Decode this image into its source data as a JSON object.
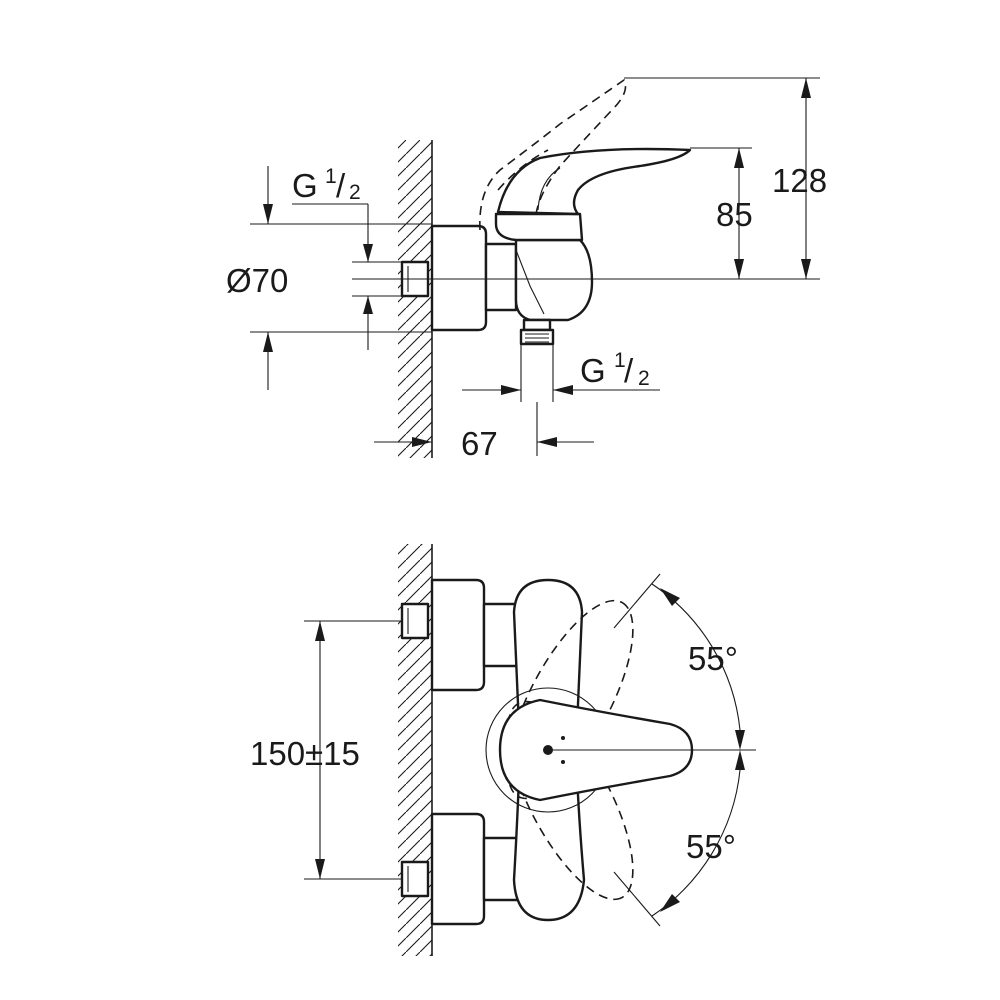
{
  "side_view": {
    "inlet_thread": {
      "main": "G",
      "num": "1",
      "den": "2"
    },
    "outlet_thread": {
      "main": "G",
      "num": "1",
      "den": "2"
    },
    "diameter": "Ø70",
    "height_total": "128",
    "height_lever": "85",
    "projection": "67"
  },
  "front_view": {
    "centers": "150±15",
    "angle_upper": "55°",
    "angle_lower": "55°"
  },
  "colors": {
    "line": "#1a1a1a",
    "background": "#ffffff"
  }
}
